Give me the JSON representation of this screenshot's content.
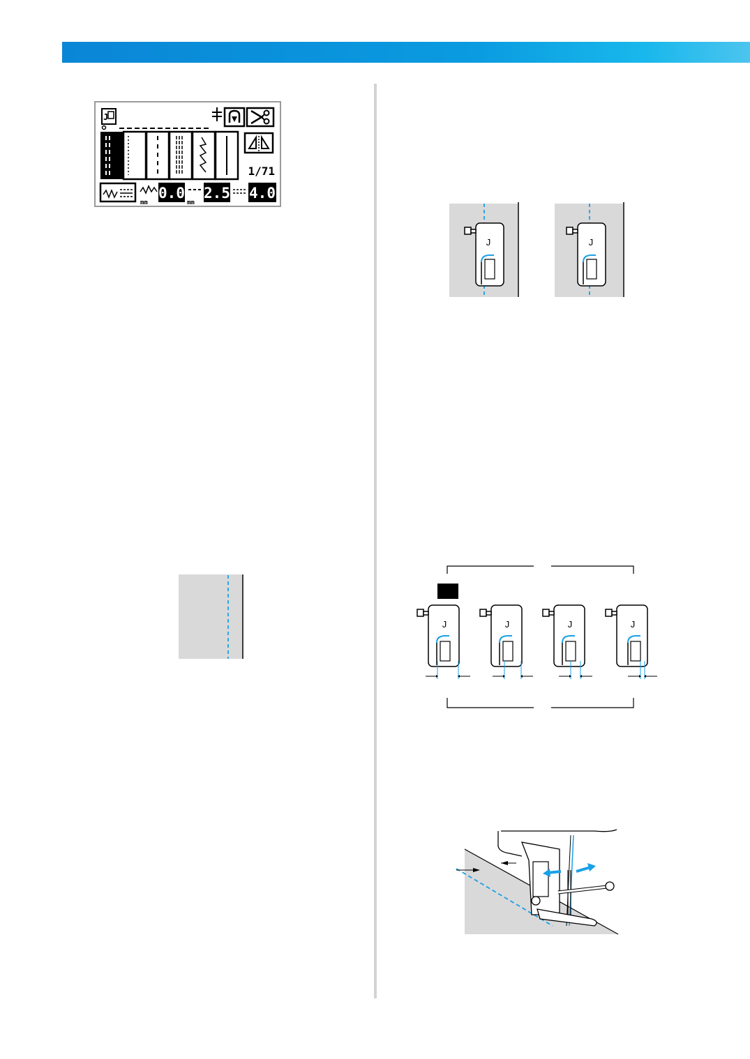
{
  "colors": {
    "accent_bar": "#0a9be0",
    "stitch_line": "#1aa0e6",
    "fabric": "#d9d9d9",
    "lcd_ink": "#000000"
  },
  "lcd": {
    "page_indicator": "1/71",
    "width_value": "0.0",
    "length_value": "2.5",
    "third_value": "4.0",
    "unit_mm": "mm",
    "icons": [
      "presser-foot-j-icon",
      "needle-position-icon",
      "reverse-reinforce-icon",
      "thread-cut-icon",
      "mirror-image-icon",
      "stitch-settings-icon",
      "stitch-width-icon",
      "stitch-length-icon",
      "third-setting-icon"
    ]
  },
  "figures": {
    "foot_letter": "J"
  }
}
